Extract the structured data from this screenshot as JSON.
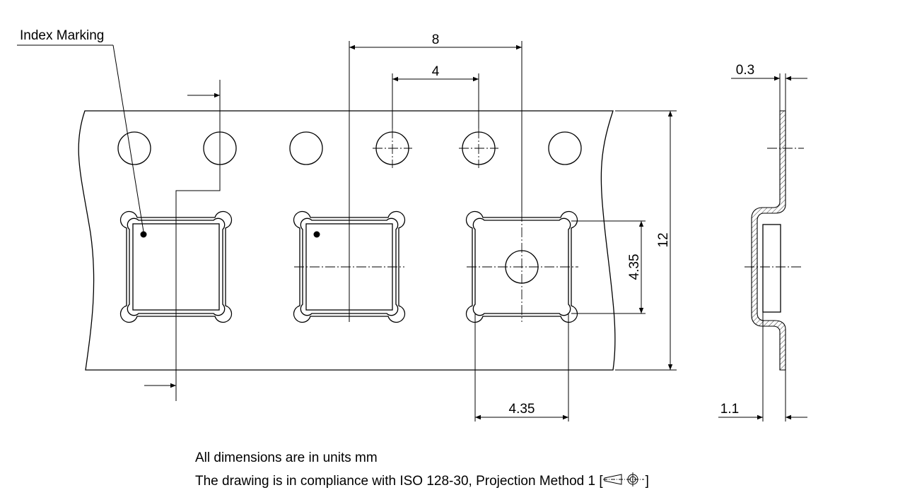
{
  "labels": {
    "index_marking": "Index Marking",
    "pitch_8": "8",
    "pitch_4": "4",
    "width_12": "12",
    "pocket_height": "4.35",
    "pocket_width": "4.35",
    "thickness": "0.3",
    "depth": "1.1"
  },
  "notes": {
    "units": "All dimensions are in units mm",
    "compliance_prefix": "The drawing is in compliance with ISO 128-30, Projection Method 1 [",
    "compliance_suffix": "]"
  },
  "icons": {
    "projection_symbol": "first-angle-projection-icon"
  }
}
